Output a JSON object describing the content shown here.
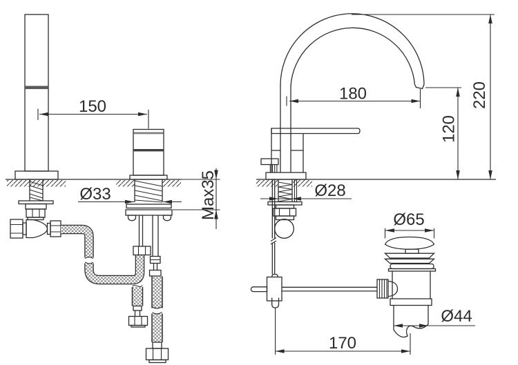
{
  "colors": {
    "background": "#ffffff",
    "line": "#2b2b2b",
    "handle_band": "#5a5a5a"
  },
  "left_view": {
    "dims": {
      "center_distance": "150",
      "hole_diameter": "Ø33",
      "max_deck_thickness": "Max35"
    }
  },
  "right_view": {
    "dims": {
      "spout_reach": "180",
      "outlet_height": "120",
      "overall_height": "220",
      "hole_diameter": "Ø28",
      "waste_cap_diameter": "Ø65",
      "waste_pipe_diameter": "Ø44",
      "drain_offset": "170"
    }
  }
}
